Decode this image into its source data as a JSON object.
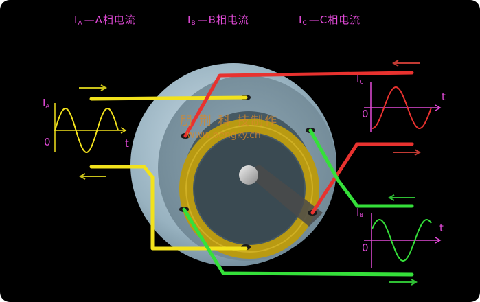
{
  "titles": {
    "a_symbol": "I",
    "a_sub": "A",
    "a_text": "—A相电流",
    "b_symbol": "I",
    "b_sub": "B",
    "b_text": "—B相电流",
    "c_symbol": "I",
    "c_sub": "C",
    "c_text": "—C相电流"
  },
  "graphs": {
    "a": {
      "symbol": "I",
      "sub": "A",
      "zero": "0",
      "t": "t",
      "color": "#f2e21c"
    },
    "b": {
      "symbol": "I",
      "sub": "B",
      "zero": "0",
      "t": "t",
      "color": "#35e03a"
    },
    "c": {
      "symbol": "I",
      "sub": "C",
      "zero": "0",
      "t": "t",
      "color": "#e8322f"
    }
  },
  "watermark": {
    "line1": "朋 荆 科 技制作",
    "line2": "www.pengky.cn"
  },
  "colors": {
    "phase_a": "#f2e21c",
    "phase_b": "#35e03a",
    "phase_c": "#e8322f",
    "label": "#e24ad8",
    "stator": "#9fb8c6",
    "rotor_ring": "#c7a516"
  },
  "icons": {
    "current_arrow": "arrow-icon"
  }
}
